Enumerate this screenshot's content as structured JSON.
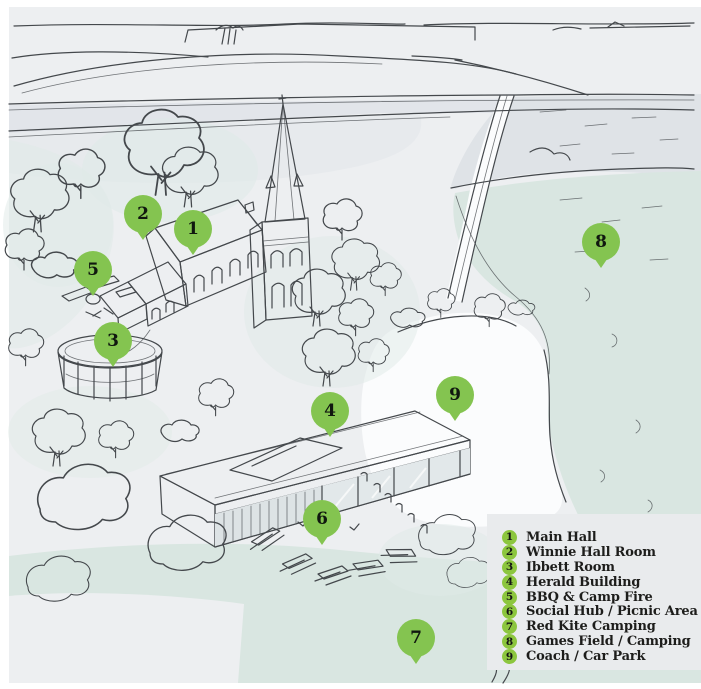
{
  "legend": {
    "items": [
      {
        "number": "1",
        "label": "Main Hall"
      },
      {
        "number": "2",
        "label": "Winnie Hall Room"
      },
      {
        "number": "3",
        "label": "Ibbett Room"
      },
      {
        "number": "4",
        "label": "Herald Building"
      },
      {
        "number": "5",
        "label": "BBQ & Camp Fire"
      },
      {
        "number": "6",
        "label": "Social Hub / Picnic Area"
      },
      {
        "number": "7",
        "label": "Red Kite Camping"
      },
      {
        "number": "8",
        "label": "Games Field / Camping"
      },
      {
        "number": "9",
        "label": "Coach / Car Park"
      }
    ]
  },
  "colors": {
    "pin_green": "#84c450",
    "legend_green": "#8cc63e",
    "paper": "#edeff1",
    "paper2": "#e9ebed",
    "road": "#e2e5ea",
    "field": "#d9e6e1",
    "foliage": "#dfeae7",
    "line": "#44484c",
    "ink": "#1d1d1b",
    "white": "#fbfcfd"
  }
}
